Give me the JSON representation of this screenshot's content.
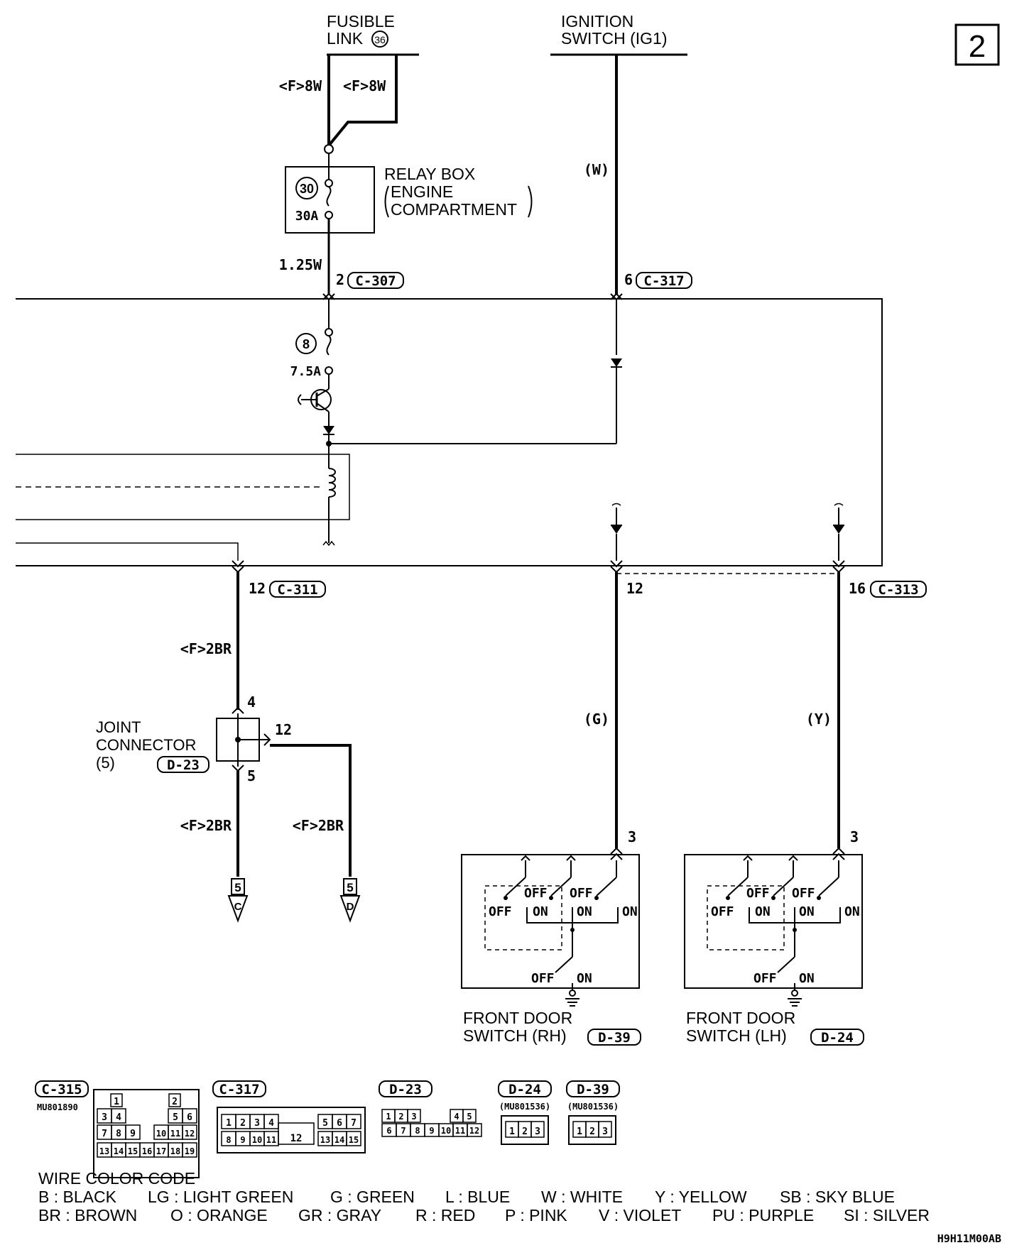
{
  "page_number": "2",
  "sources": {
    "fusible_link_line1": "FUSIBLE",
    "fusible_link_line2": "LINK",
    "fusible_link_number": "36",
    "ignition_line1": "IGNITION",
    "ignition_line2": "SWITCH (IG1)"
  },
  "wires": {
    "fl_left": "<F>8W",
    "fl_right": "<F>8W",
    "after_fuse30": "1.25W",
    "ignition": "(W)",
    "c311_out": "<F>2BR",
    "d23_out5": "<F>2BR",
    "d23_out12": "<F>2BR",
    "rh_switch": "(G)",
    "lh_switch": "(Y)"
  },
  "relay_box": {
    "line1": "RELAY BOX",
    "line2": "ENGINE",
    "line3": "COMPARTMENT",
    "fuse_number": "30",
    "fuse_rating": "30A"
  },
  "fuse8": {
    "number": "8",
    "rating": "7.5A"
  },
  "connectors": {
    "c307_pin": "2",
    "c307": "C-307",
    "c317_pin": "6",
    "c317": "C-317",
    "c311_pin": "12",
    "c311": "C-311",
    "c313_pin_rh": "12",
    "c313_pin_lh": "16",
    "c313": "C-313"
  },
  "joint_connector": {
    "line1": "JOINT",
    "line2": "CONNECTOR",
    "line3": "(5)",
    "id": "D-23",
    "pin_in": "4",
    "pin_out5": "5",
    "pin_out12": "12"
  },
  "offpage": [
    {
      "page": "5",
      "letter": "C"
    },
    {
      "page": "5",
      "letter": "D"
    }
  ],
  "switches": {
    "pin": "3",
    "off": "OFF",
    "on": "ON",
    "rh_line1": "FRONT DOOR",
    "rh_line2": "SWITCH (RH)",
    "rh_id": "D-39",
    "lh_line1": "FRONT DOOR",
    "lh_line2": "SWITCH (LH)",
    "lh_id": "D-24"
  },
  "connector_views": {
    "c315": {
      "id": "C-315",
      "part": "MU801890",
      "row1": [
        "1",
        "2"
      ],
      "row2": [
        "3",
        "4",
        "5",
        "6"
      ],
      "row3": [
        "7",
        "8",
        "9",
        "10",
        "11",
        "12"
      ],
      "row4": [
        "13",
        "14",
        "15",
        "16",
        "17",
        "18",
        "19"
      ]
    },
    "c317": {
      "id": "C-317",
      "row1": [
        "1",
        "2",
        "3",
        "4",
        "5",
        "6",
        "7"
      ],
      "row2": [
        "8",
        "9",
        "10",
        "11",
        "12",
        "13",
        "14",
        "15"
      ]
    },
    "d23": {
      "id": "D-23",
      "row1": [
        "1",
        "2",
        "3",
        "4",
        "5"
      ],
      "row2": [
        "6",
        "7",
        "8",
        "9",
        "10",
        "11",
        "12"
      ]
    },
    "d24": {
      "id": "D-24",
      "part": "(MU801536)",
      "pins": [
        "1",
        "2",
        "3"
      ]
    },
    "d39": {
      "id": "D-39",
      "part": "(MU801536)",
      "pins": [
        "1",
        "2",
        "3"
      ]
    }
  },
  "wire_color_code": {
    "title": "WIRE COLOR CODE",
    "row1": [
      "B : BLACK",
      "LG : LIGHT GREEN",
      "G : GREEN",
      "L : BLUE",
      "W : WHITE",
      "Y : YELLOW",
      "SB : SKY BLUE"
    ],
    "row2": [
      "BR : BROWN",
      "O : ORANGE",
      "GR : GRAY",
      "R : RED",
      "P : PINK",
      "V : VIOLET",
      "PU : PURPLE",
      "SI : SILVER"
    ]
  },
  "figure_code": "H9H11M00AB"
}
